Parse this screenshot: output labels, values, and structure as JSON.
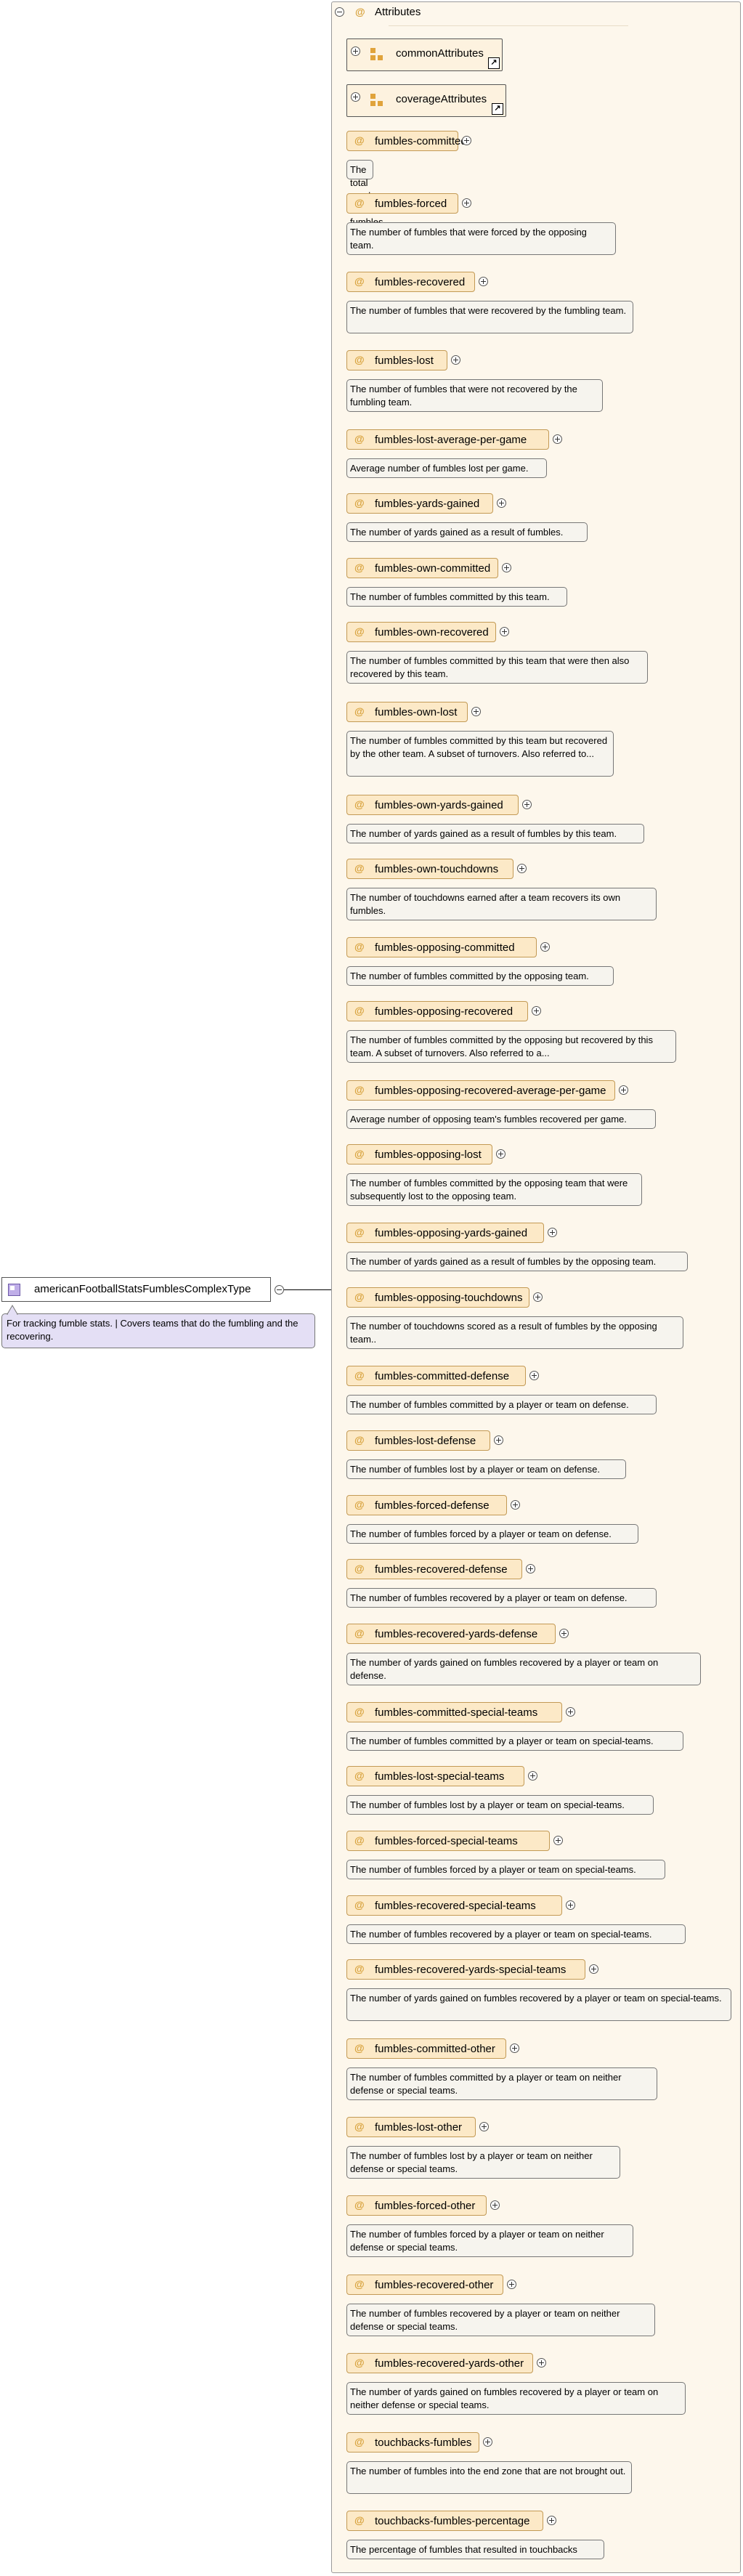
{
  "panel": {
    "title": "Attributes"
  },
  "groups": [
    {
      "name": "commonAttributes"
    },
    {
      "name": "coverageAttributes"
    }
  ],
  "root": {
    "name": "americanFootballStatsFumblesComplexType",
    "doc": "For tracking fumble stats. | Covers teams that do the fumbling and the recovering."
  },
  "attributes": [
    {
      "name": "fumbles-committed",
      "doc": "The total number of fumbles."
    },
    {
      "name": "fumbles-forced",
      "doc": "The number of fumbles that were forced by the opposing team."
    },
    {
      "name": "fumbles-recovered",
      "doc": "The number of fumbles that were recovered by the fumbling team."
    },
    {
      "name": "fumbles-lost",
      "doc": "The number of fumbles that were not recovered by the fumbling team."
    },
    {
      "name": "fumbles-lost-average-per-game",
      "doc": "Average number of fumbles lost per game."
    },
    {
      "name": "fumbles-yards-gained",
      "doc": "The number of yards gained as a result of fumbles."
    },
    {
      "name": "fumbles-own-committed",
      "doc": "The number of fumbles committed by this team."
    },
    {
      "name": "fumbles-own-recovered",
      "doc": "The number of fumbles committed by this team that were then also recovered by this team."
    },
    {
      "name": "fumbles-own-lost",
      "doc": "The number of fumbles committed by this team but recovered by the other team. A subset of turnovers. Also referred to..."
    },
    {
      "name": "fumbles-own-yards-gained",
      "doc": "The number of yards gained as a result of fumbles by this team."
    },
    {
      "name": "fumbles-own-touchdowns",
      "doc": "The number of touchdowns earned after a team recovers its own fumbles."
    },
    {
      "name": "fumbles-opposing-committed",
      "doc": "The number of fumbles committed by the opposing team."
    },
    {
      "name": "fumbles-opposing-recovered",
      "doc": "The number of fumbles committed by the opposing but recovered by this team. A subset of turnovers. Also referred to a..."
    },
    {
      "name": "fumbles-opposing-recovered-average-per-game",
      "doc": "Average number of opposing team's fumbles recovered per game."
    },
    {
      "name": "fumbles-opposing-lost",
      "doc": "The number of fumbles committed by the opposing team that were subsequently lost to the opposing team."
    },
    {
      "name": "fumbles-opposing-yards-gained",
      "doc": "The number of yards gained as a result of fumbles by the opposing team."
    },
    {
      "name": "fumbles-opposing-touchdowns",
      "doc": "The number of touchdowns scored as a result of fumbles by the opposing team.."
    },
    {
      "name": "fumbles-committed-defense",
      "doc": "The number of fumbles committed by a player or team on defense."
    },
    {
      "name": "fumbles-lost-defense",
      "doc": "The number of fumbles lost by a player or team on defense."
    },
    {
      "name": "fumbles-forced-defense",
      "doc": "The number of fumbles forced by a player or team on defense."
    },
    {
      "name": "fumbles-recovered-defense",
      "doc": "The number of fumbles recovered by a player or team on defense."
    },
    {
      "name": "fumbles-recovered-yards-defense",
      "doc": "The number of yards gained on fumbles recovered by a player or team on defense."
    },
    {
      "name": "fumbles-committed-special-teams",
      "doc": "The number of fumbles committed by a player or team on special-teams."
    },
    {
      "name": "fumbles-lost-special-teams",
      "doc": "The number of fumbles lost by a player or team on special-teams."
    },
    {
      "name": "fumbles-forced-special-teams",
      "doc": "The number of fumbles forced by a player or team on special-teams."
    },
    {
      "name": "fumbles-recovered-special-teams",
      "doc": "The number of fumbles recovered by a player or team on special-teams."
    },
    {
      "name": "fumbles-recovered-yards-special-teams",
      "doc": "The number of yards gained on fumbles recovered by a player or team on special-teams."
    },
    {
      "name": "fumbles-committed-other",
      "doc": "The number of fumbles committed by a player or team on neither defense or special teams."
    },
    {
      "name": "fumbles-lost-other",
      "doc": "The number of fumbles lost by a player or team on neither defense or special teams."
    },
    {
      "name": "fumbles-forced-other",
      "doc": "The number of fumbles forced by a player or team on neither defense or special teams."
    },
    {
      "name": "fumbles-recovered-other",
      "doc": "The number of fumbles recovered by a player or team on neither defense or special teams."
    },
    {
      "name": "fumbles-recovered-yards-other",
      "doc": "The number of yards gained on fumbles recovered by a player or team on neither defense or special teams."
    },
    {
      "name": "touchbacks-fumbles",
      "doc": "The number of fumbles into the end zone that are not brought out."
    },
    {
      "name": "touchbacks-fumbles-percentage",
      "doc": "The percentage of fumbles that resulted in touchbacks"
    }
  ]
}
